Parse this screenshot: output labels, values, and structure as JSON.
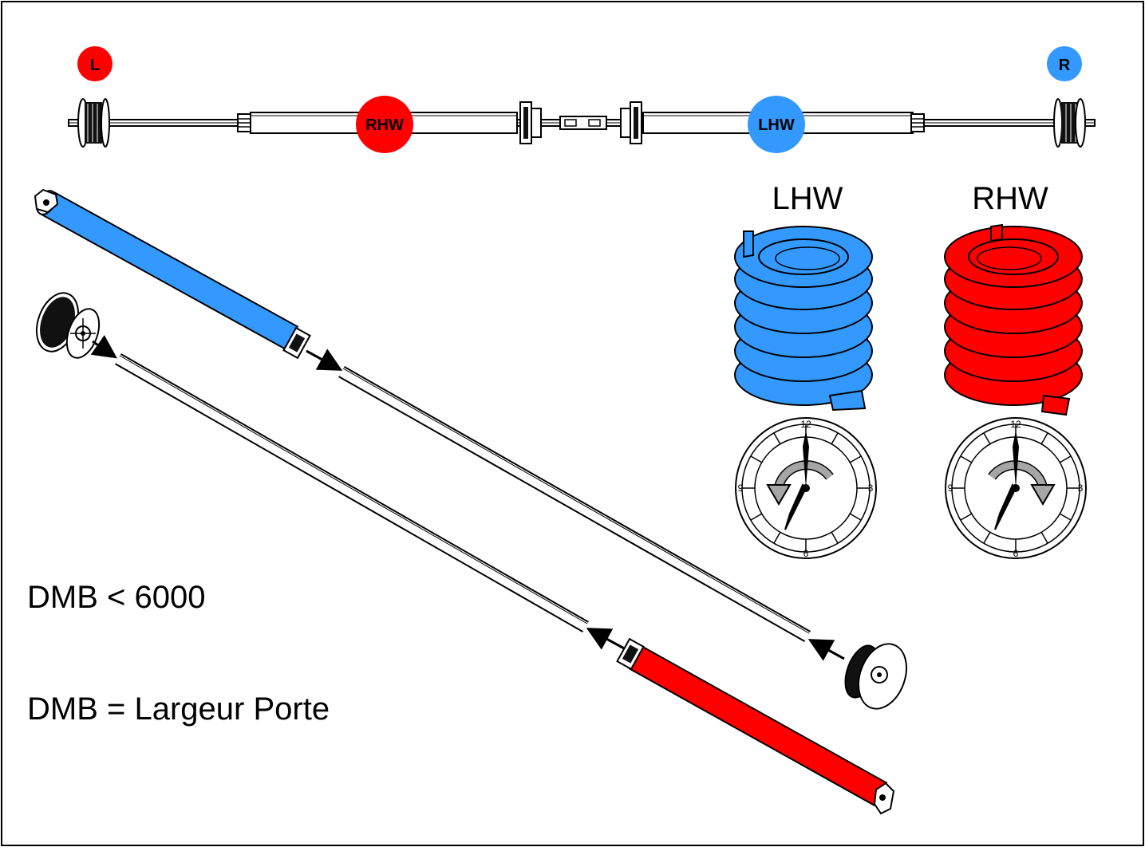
{
  "badges": {
    "left": "L",
    "right": "R",
    "rhw": "RHW",
    "lhw": "LHW"
  },
  "springs": {
    "lhw_title": "LHW",
    "rhw_title": "RHW"
  },
  "clock_numbers": {
    "n12": "12",
    "n3": "3",
    "n6": "6",
    "n9": "9"
  },
  "notes": {
    "line1": "DMB < 6000",
    "line2": "DMB = Largeur Porte"
  },
  "colors": {
    "red": "#ff0000",
    "blue": "#3399ff",
    "frame": "#000000",
    "gray": "#a6a6a6"
  }
}
